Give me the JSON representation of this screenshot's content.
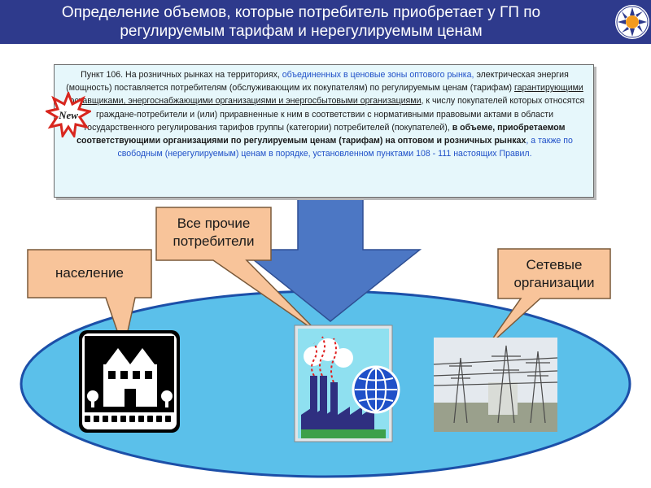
{
  "header": {
    "title_line1": "Определение объемов, которые потребитель приобретает у ГП по",
    "title_line2": "регулируемым тарифам и нерегулируемым ценам"
  },
  "badge": {
    "label": "New"
  },
  "paragraph": {
    "s1": "Пункт 106. На розничных рынках на территориях, ",
    "s2": "объединенных в ценовые зоны оптового рынка,",
    "s3": " электрическая энергия (мощность) поставляется потребителям (обслуживающим их покупателям) по регулируемым ценам (тарифам) ",
    "s4": "гарантирующими поставщиками, энергоснабжающими организациями и энергосбытовыми организациями",
    "s5": ", к числу покупателей которых относятся граждане-потребители и (или) приравненные к ним в соответствии с нормативными правовыми актами в области государственного регулирования тарифов группы (категории) потребителей (покупателей), ",
    "s6": "в объеме, приобретаемом соответствующими организациями по регулируемым ценам (тарифам) на оптовом и розничных рынках",
    "s7": ", а также по свободным (нерегулируемым) ценам в порядке, установленном пунктами 108 - 111 настоящих Правил."
  },
  "callouts": {
    "population": "население",
    "others_line1": "Все прочие",
    "others_line2": "потребители",
    "grid_line1": "Сетевые",
    "grid_line2": "организации"
  },
  "colors": {
    "header": "#2e3a8c",
    "textbox": "#e6f7fb",
    "accent_blue": "#1f50c8",
    "callout": "#f8c49a",
    "ellipse": "#5bc0ea",
    "arrow": "#4c77c4"
  },
  "icons": [
    "company-logo-icon",
    "new-badge-icon",
    "house-icon",
    "factory-icon",
    "globe-icon",
    "power-line-image"
  ]
}
